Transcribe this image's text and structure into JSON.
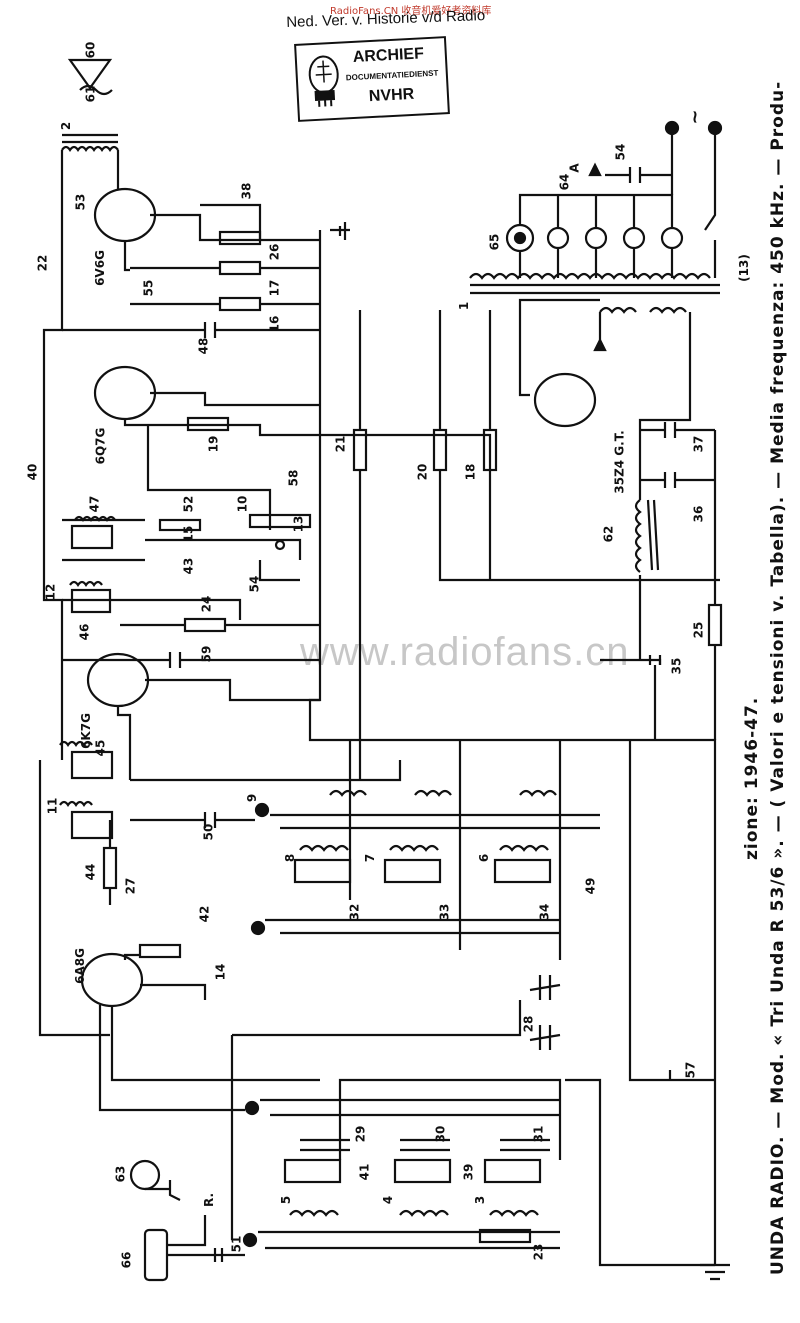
{
  "header": {
    "source_mark": "RadioFans.CN 收音机爱好者资料库",
    "archive_line": "Ned. Ver. v. Historie v/d Radio",
    "stamp_title": "ARCHIEF",
    "stamp_sub": "DOCUMENTATIEDIENST",
    "stamp_org": "NVHR"
  },
  "watermark": "www.radiofans.cn",
  "caption": {
    "line1": "UNDA RADIO. — Mod. « Tri Unda R 53/6 ». — ( Valori e tensioni v. Tabella). — Media frequenza: 450 kHz. — Produ-",
    "line2": "zione: 1946-47."
  },
  "tubes": [
    {
      "label": "6V6G"
    },
    {
      "label": "6Q7G"
    },
    {
      "label": "6K7G"
    },
    {
      "label": "6A8G"
    },
    {
      "label": "35Z4 G.T."
    }
  ],
  "component_labels": [
    "60",
    "61",
    "2",
    "53",
    "38",
    "22",
    "26",
    "55",
    "17",
    "16",
    "48",
    "19",
    "21",
    "20",
    "18",
    "40",
    "47",
    "58",
    "52",
    "10",
    "15",
    "13",
    "43",
    "54",
    "12",
    "24",
    "46",
    "59",
    "35",
    "25",
    "45",
    "11",
    "9",
    "50",
    "8",
    "7",
    "6",
    "32",
    "33",
    "34",
    "49",
    "44",
    "27",
    "42",
    "14",
    "28",
    "57",
    "29",
    "30",
    "31",
    "41",
    "39",
    "5",
    "4",
    "3",
    "23",
    "63",
    "51",
    "66",
    "65",
    "64",
    "1",
    "62",
    "37",
    "36",
    "(13)",
    "R.",
    "A",
    "54"
  ],
  "mains_symbol": "~"
}
